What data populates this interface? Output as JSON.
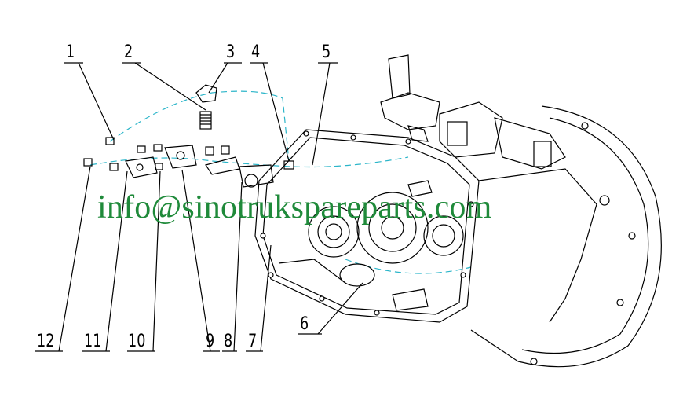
{
  "callouts_top": [
    "1",
    "2",
    "3",
    "4",
    "5"
  ],
  "callouts_bottom": [
    "12",
    "11",
    "10",
    "9",
    "8",
    "7",
    "6"
  ],
  "watermark": "info@sinotrukspareparts.com",
  "colors": {
    "line": "#000000",
    "dash": "#2bb5c9",
    "watermark": "#1f8a3a"
  }
}
